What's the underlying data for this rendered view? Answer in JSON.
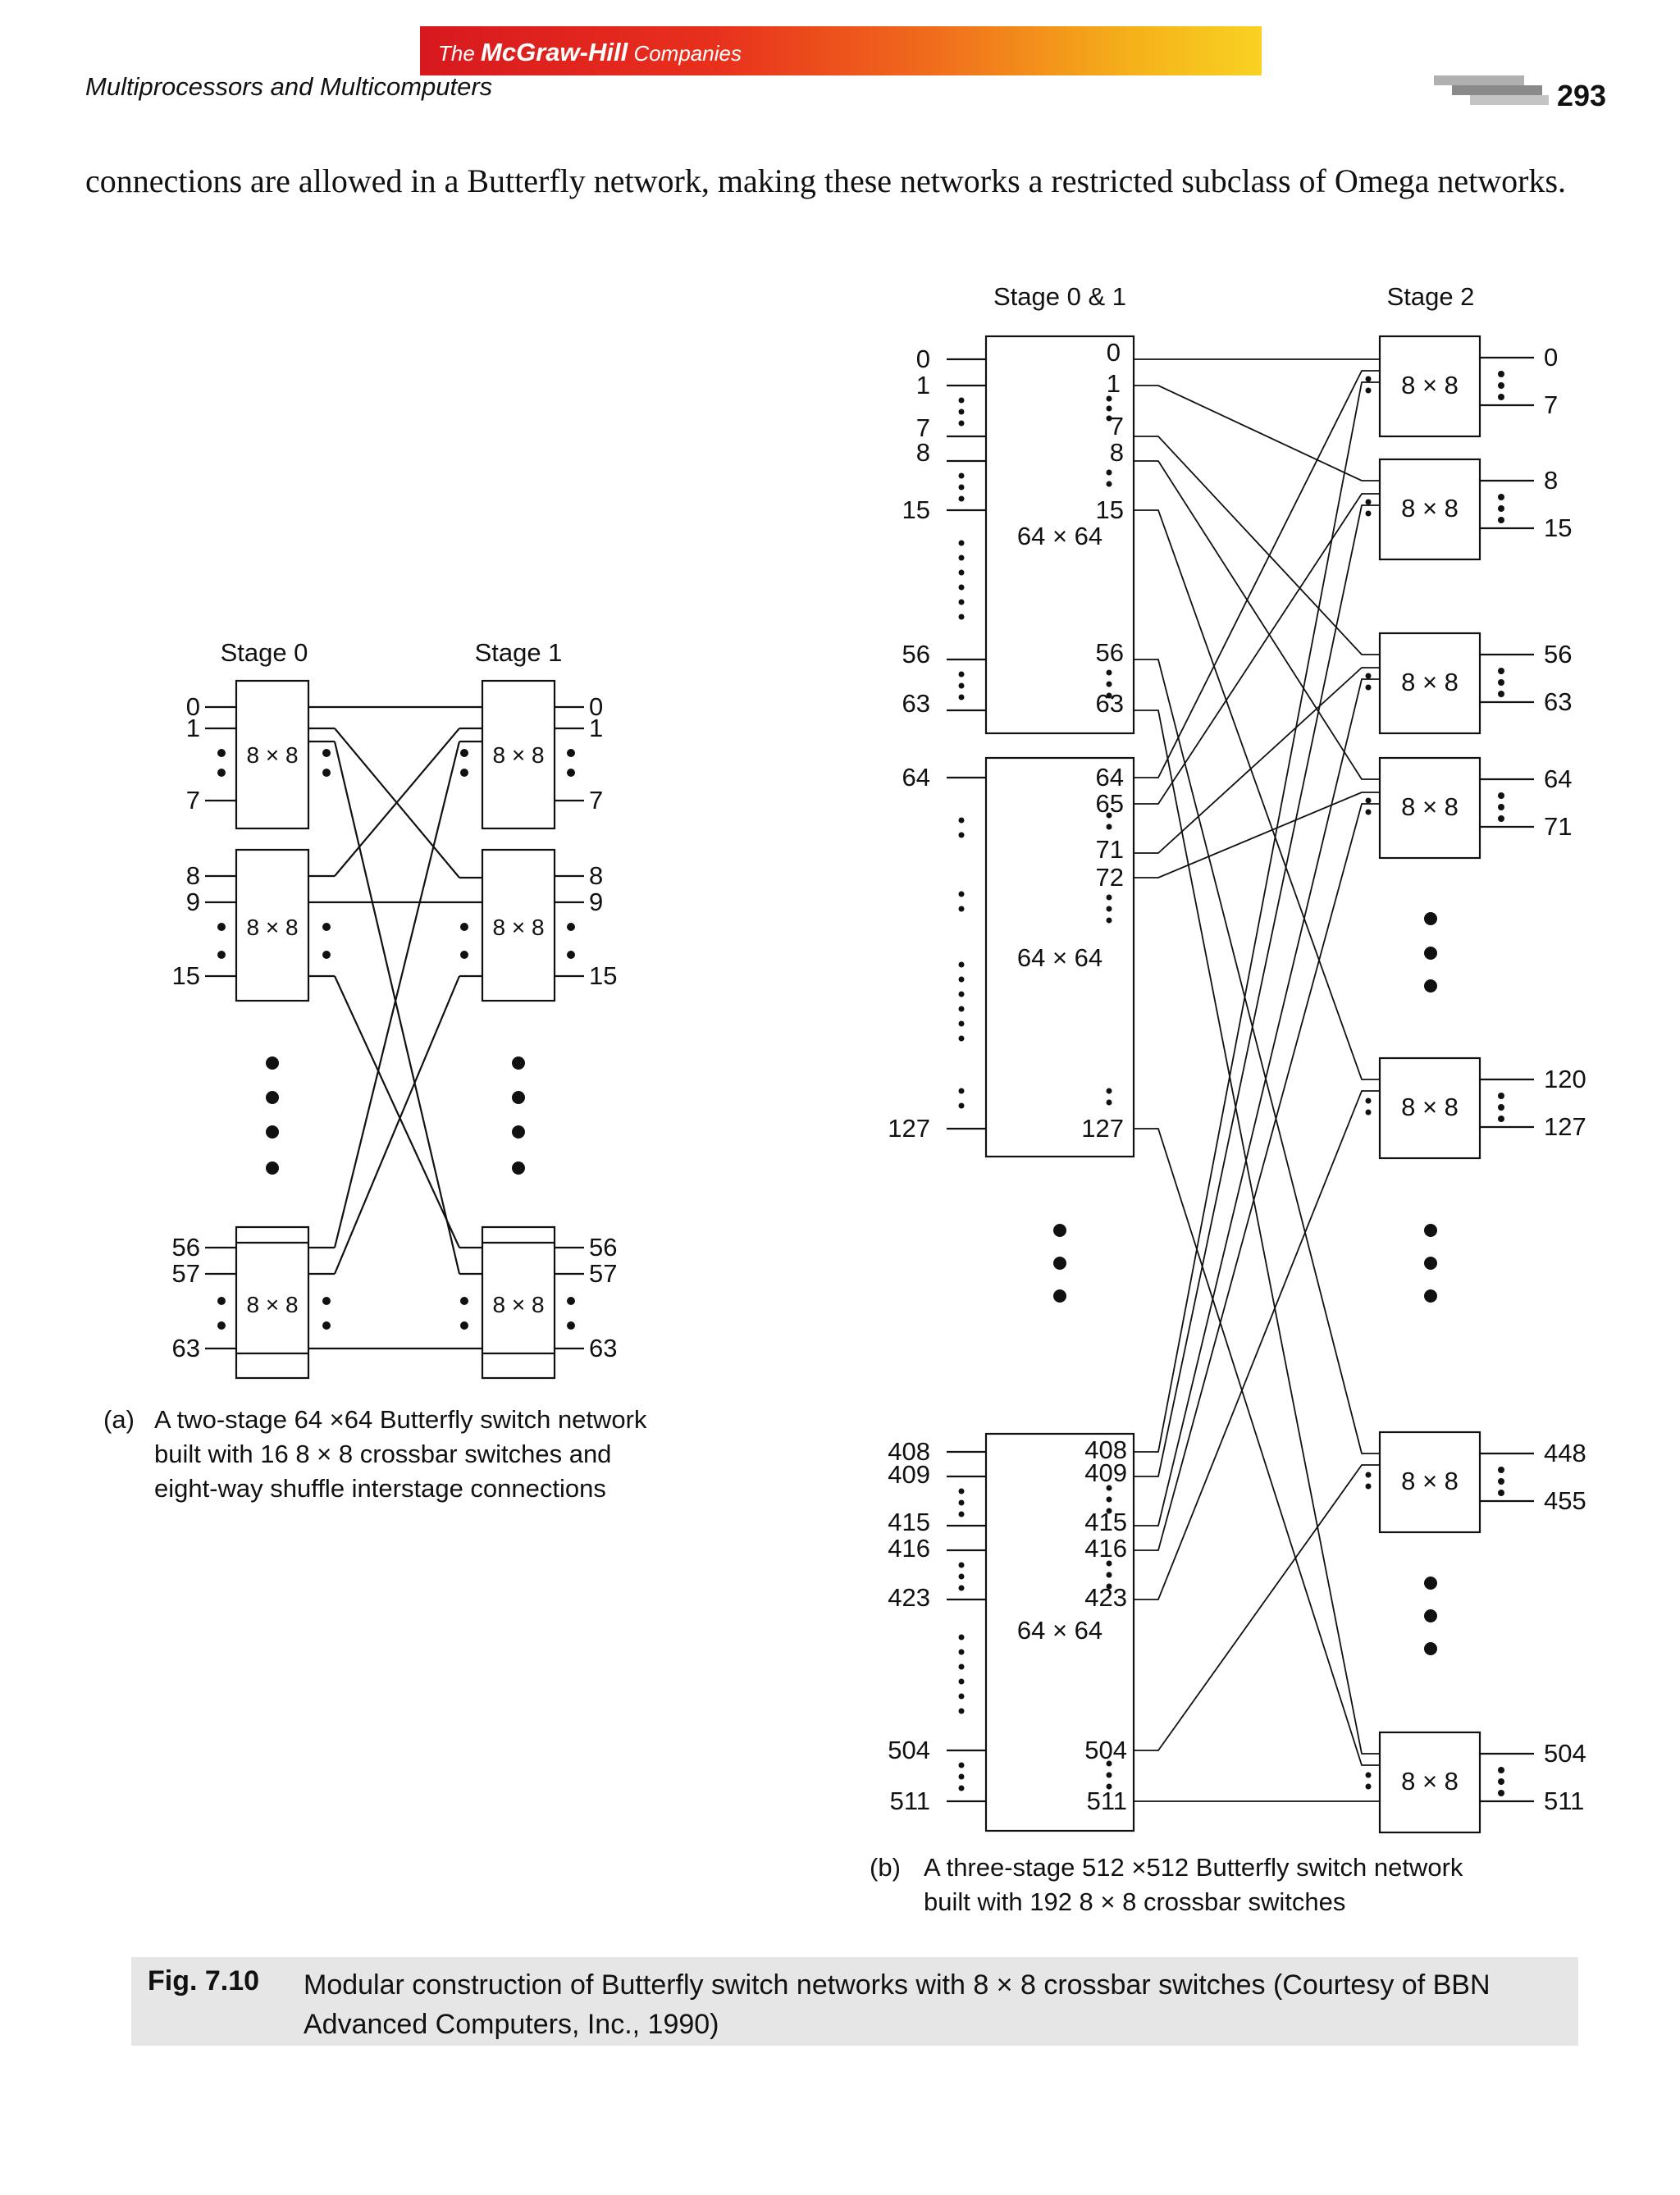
{
  "header": {
    "publisher_prefix": "The",
    "publisher_name": "McGraw-Hill",
    "publisher_suffix": "Companies",
    "running_head": "Multiprocessors and Multicomputers",
    "page_number": "293"
  },
  "body_text": "connections are allowed in a Butterfly network, making these networks a restricted subclass of Omega networks.",
  "figure_a": {
    "stage_labels": [
      "Stage 0",
      "Stage 1"
    ],
    "switch_label": "8 × 8",
    "input_labels": [
      "0",
      "1",
      "7",
      "8",
      "9",
      "15",
      "56",
      "57",
      "63"
    ],
    "output_labels": [
      "0",
      "1",
      "7",
      "8",
      "9",
      "15",
      "56",
      "57",
      "63"
    ],
    "caption_tag": "(a)",
    "caption_lines": [
      "A two-stage 64 ×64 Butterfly switch network",
      "built with 16 8 × 8 crossbar switches and",
      "eight-way shuffle interstage connections"
    ]
  },
  "figure_b": {
    "stage_labels": [
      "Stage 0 & 1",
      "Stage 2"
    ],
    "block_label": "64 × 64",
    "switch_label": "8 × 8",
    "block1_left": [
      "0",
      "1",
      "7",
      "8",
      "15",
      "56",
      "63"
    ],
    "block1_right": [
      "0",
      "1",
      "7",
      "8",
      "15",
      "56",
      "63"
    ],
    "block2_left": [
      "64",
      "127"
    ],
    "block2_right": [
      "64",
      "65",
      "71",
      "72",
      "127"
    ],
    "block3_left": [
      "408",
      "409",
      "415",
      "416",
      "423",
      "504",
      "511"
    ],
    "block3_right": [
      "408",
      "409",
      "415",
      "416",
      "423",
      "504",
      "511"
    ],
    "switch_outputs": [
      [
        "0",
        "7"
      ],
      [
        "8",
        "15"
      ],
      [
        "56",
        "63"
      ],
      [
        "64",
        "71"
      ],
      [
        "120",
        "127"
      ],
      [
        "448",
        "455"
      ],
      [
        "504",
        "511"
      ]
    ],
    "caption_tag": "(b)",
    "caption_lines": [
      "A three-stage 512 ×512 Butterfly switch network",
      "built with 192 8 × 8 crossbar switches"
    ]
  },
  "caption": {
    "label": "Fig. 7.10",
    "text": "Modular construction of Butterfly switch networks with 8 × 8 crossbar switches (Courtesy of BBN Advanced Computers, Inc., 1990)"
  }
}
